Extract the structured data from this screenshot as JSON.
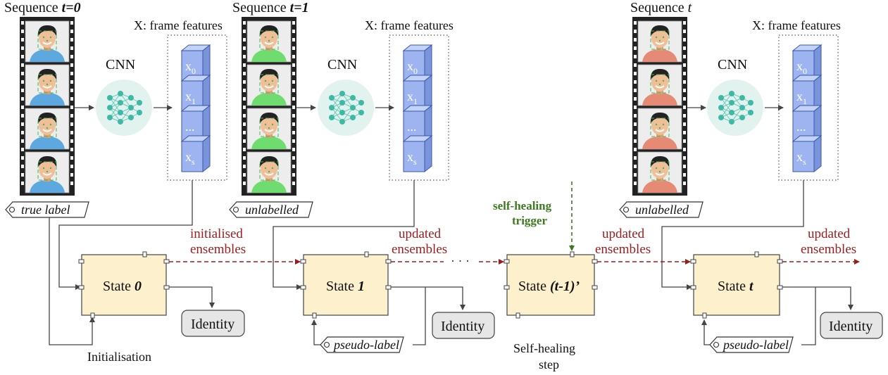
{
  "colors": {
    "state_fill": "#fdf0cc",
    "identity_fill": "#e6e6e6",
    "feature_cube": "#9db4f0",
    "cnn_circle": "#e2f3ef",
    "cnn_node": "#3fb9a7",
    "dashed_flow": "#9b1c1c",
    "trigger": "#3d7a1e",
    "shirt_seq0": "#5ea8e0",
    "shirt_seq1": "#6fdc6f",
    "shirt_seqt": "#e58a75"
  },
  "sequences": [
    {
      "title_prefix": "Sequence ",
      "title_var": "t=0",
      "tag": "true label",
      "features_title": "X: frame features",
      "cnn": "CNN",
      "features": [
        "x0",
        "x1",
        "...",
        "xs"
      ],
      "shirt": "seq0"
    },
    {
      "title_prefix": "Sequence ",
      "title_var": "t=1",
      "tag": "unlabelled",
      "features_title": "X: frame features",
      "cnn": "CNN",
      "features": [
        "x0",
        "x1",
        "...",
        "xs"
      ],
      "shirt": "seq1"
    },
    {
      "title_prefix": "Sequence ",
      "title_var": "t",
      "tag": "unlabelled",
      "features_title": "X: frame features",
      "cnn": "CNN",
      "features": [
        "x0",
        "x1",
        "...",
        "xs"
      ],
      "shirt": "seqt"
    }
  ],
  "feature_labels": {
    "x0_main": "x",
    "x0_sub": "0",
    "x1_main": "x",
    "x1_sub": "1",
    "dots": "...",
    "xs_main": "x",
    "xs_sub": "s"
  },
  "states": [
    {
      "prefix": "State ",
      "var": "0"
    },
    {
      "prefix": "State ",
      "var": "1"
    },
    {
      "prefix": "State ",
      "var": "(t-1)’"
    },
    {
      "prefix": "State ",
      "var": "t"
    }
  ],
  "identity": "Identity",
  "pseudo_label": "pseudo-label",
  "flows": {
    "initialised_1": "initialised",
    "initialised_2": "ensembles",
    "updated_1": "updated",
    "updated_2": "ensembles",
    "ellipsis": "· · ·"
  },
  "trigger": {
    "line1": "self-healing",
    "line2": "trigger"
  },
  "captions": {
    "initialisation": "Initialisation",
    "self_healing_1": "Self-healing",
    "self_healing_2": "step"
  }
}
